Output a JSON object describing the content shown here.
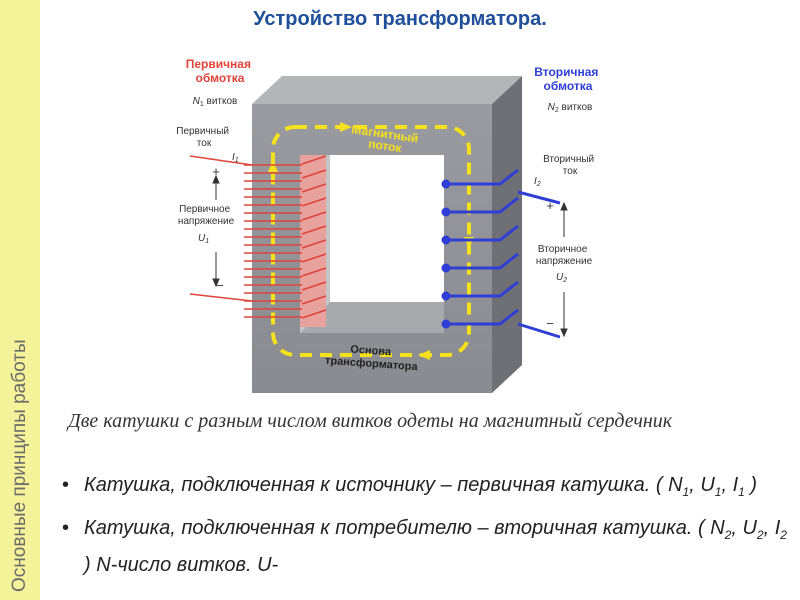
{
  "sidebar": {
    "text": "Основные принципы работы"
  },
  "title": "Устройство трансформатора.",
  "diagram": {
    "primary_winding": [
      "Первичная",
      "обмотка"
    ],
    "primary_turns": [
      "N",
      "1",
      " витков"
    ],
    "primary_current": [
      "Первичный",
      "ток"
    ],
    "primary_current_symbol": [
      "I",
      "1"
    ],
    "primary_voltage": [
      "Первичное",
      "напряжение"
    ],
    "primary_voltage_symbol": [
      "U",
      "1"
    ],
    "secondary_winding": [
      "Вторичная",
      "обмотка"
    ],
    "secondary_turns": [
      "N",
      "2",
      " витков"
    ],
    "secondary_current": [
      "Вторичный",
      "ток"
    ],
    "secondary_current_symbol": [
      "I",
      "2"
    ],
    "secondary_voltage": [
      "Вторичное",
      "напряжение"
    ],
    "secondary_voltage_symbol": [
      "U",
      "2"
    ],
    "magnetic_flux": [
      "Магнитный",
      "поток"
    ],
    "core": [
      "Основа",
      "трансформатора"
    ],
    "plus": "+",
    "minus": "−",
    "colors": {
      "primary": "#e0443a",
      "secondary": "#2f3fd6",
      "flux": "#f5e21c",
      "core": "#8f9095"
    }
  },
  "caption": "Две катушки с разным числом витков одеты на магнитный сердечник",
  "bullets": [
    {
      "dot": "•",
      "text": "Катушка, подключенная к источнику – первичная катушка. ( N",
      "sub1": "1",
      "mid1": ", U",
      "sub2": "1",
      "mid2": ", I",
      "sub3": "1",
      "end": " )"
    },
    {
      "dot": "•",
      "text": "Катушка, подключенная к потребителю – вторичная катушка. ( N",
      "sub1": "2",
      "mid1": ", U",
      "sub2": "2",
      "mid2": ", I",
      "sub3": "2",
      "end": " ) N-число витков. U-"
    }
  ]
}
